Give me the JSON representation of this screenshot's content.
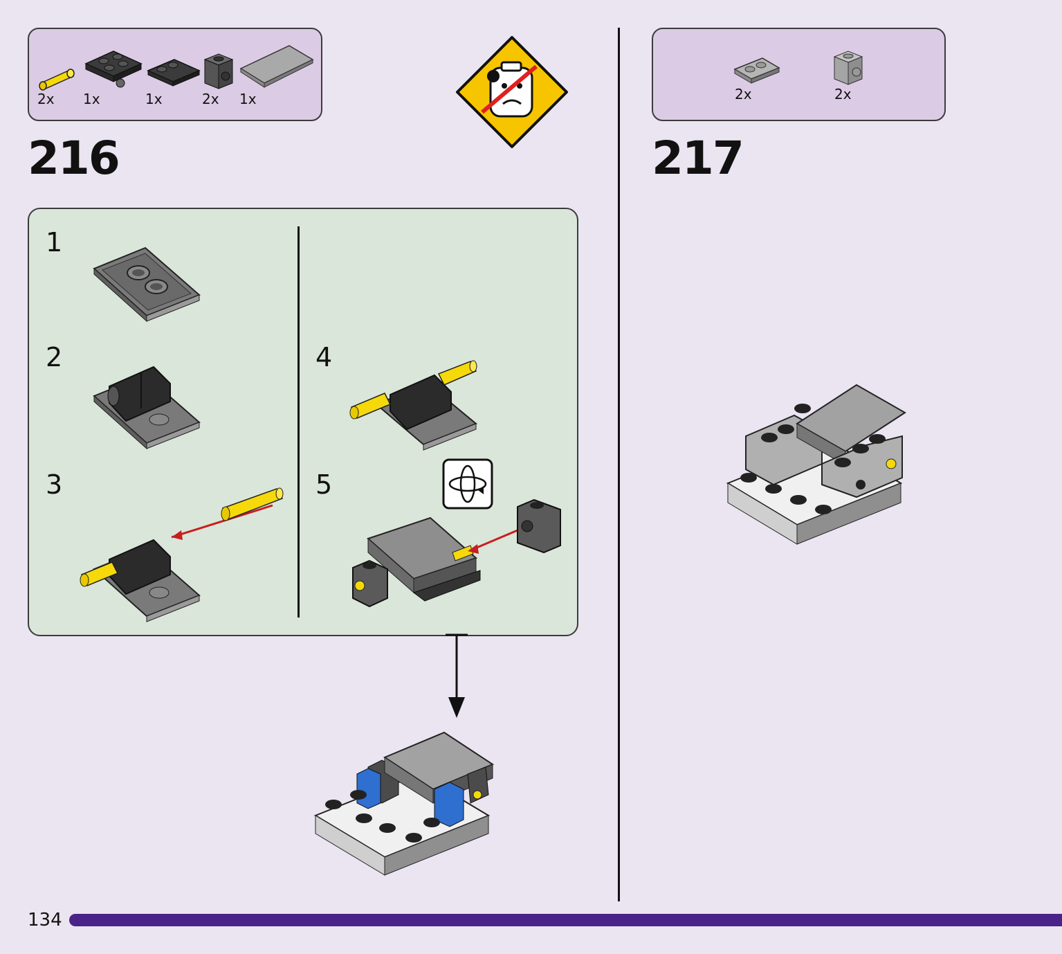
{
  "step216": {
    "number": "216",
    "parts": [
      {
        "qty": "2x",
        "icon": "yellow-pin"
      },
      {
        "qty": "1x",
        "icon": "dark-plate-2x2-pin-holes"
      },
      {
        "qty": "1x",
        "icon": "dark-plate-modified"
      },
      {
        "qty": "2x",
        "icon": "dark-technic-brick"
      },
      {
        "qty": "1x",
        "icon": "gray-tile"
      }
    ],
    "substeps": [
      "1",
      "2",
      "3",
      "4",
      "5"
    ]
  },
  "step217": {
    "number": "217",
    "parts": [
      {
        "qty": "2x",
        "icon": "gray-plate-1x2"
      },
      {
        "qty": "2x",
        "icon": "gray-brick-1x1-stud-side"
      }
    ]
  },
  "warning": {
    "icon": "no-small-parts-warning-icon"
  },
  "page_number": "134",
  "colors": {
    "accent_bar": "#4a2388",
    "parts_box": "#dccbe4",
    "subassembly_panel": "#dbe6da",
    "background": "#ebe4f1"
  }
}
